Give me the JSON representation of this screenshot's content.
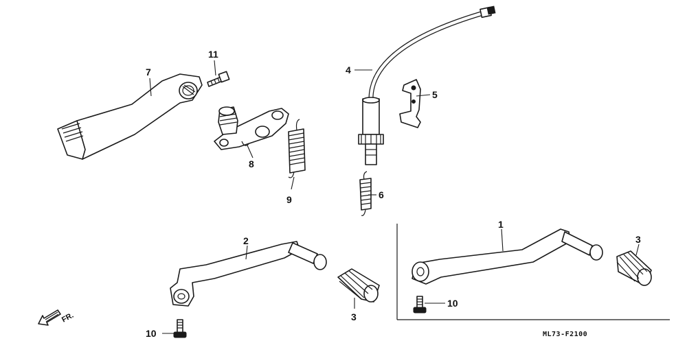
{
  "diagram": {
    "code": "ML73-F2100",
    "direction_label": "FR.",
    "callouts": {
      "c1": "1",
      "c2": "2",
      "c3a": "3",
      "c3b": "3",
      "c4": "4",
      "c5": "5",
      "c6": "6",
      "c7": "7",
      "c8": "8",
      "c9": "9",
      "c10a": "10",
      "c10b": "10",
      "c11": "11"
    }
  }
}
